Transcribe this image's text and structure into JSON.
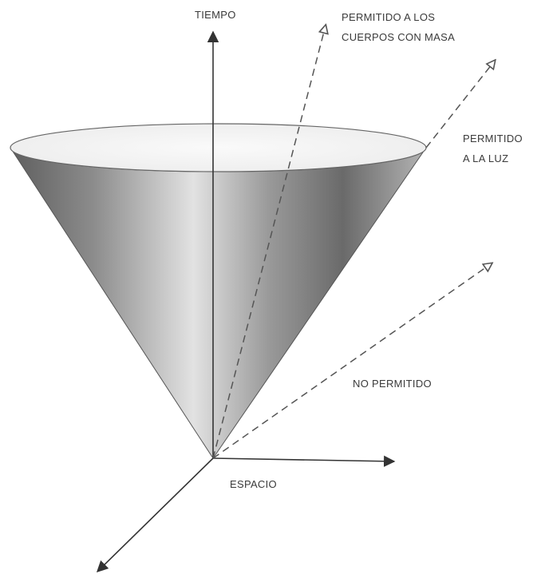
{
  "labels": {
    "time_axis": "TIEMPO",
    "space_axis": "ESPACIO",
    "massive_bodies": [
      "PERMITIDO A LOS",
      "CUERPOS CON MASA"
    ],
    "light": [
      "PERMITIDO",
      "A LA LUZ"
    ],
    "not_allowed": "NO PERMITIDO"
  },
  "colors": {
    "cone_dark": "#5e5e5e",
    "cone_light": "#e2e2e2",
    "cone_top": "#f4f4f4",
    "axis": "#333333"
  }
}
